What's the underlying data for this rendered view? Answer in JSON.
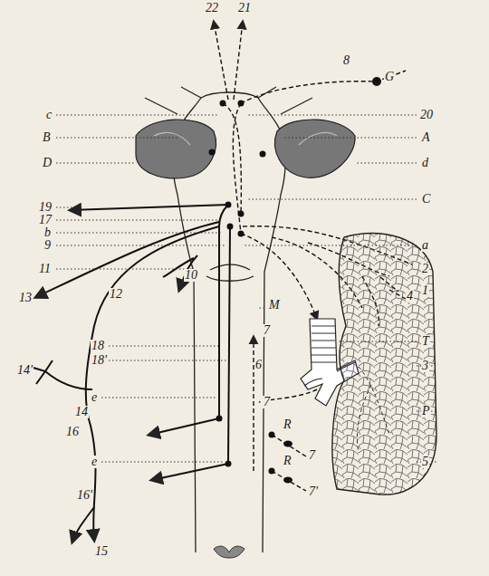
{
  "diagram": {
    "labels": [
      "22",
      "21",
      "8",
      "G",
      "c",
      "20",
      "B",
      "A",
      "D",
      "d",
      "19",
      "C",
      "17",
      "b",
      "9",
      "a",
      "11",
      "10",
      "2",
      "1",
      "4",
      "12",
      "13",
      "M",
      "7",
      "T",
      "18",
      "18'",
      "6",
      "3",
      "14'",
      "e",
      "7",
      "P",
      "16",
      "R",
      "e",
      "5",
      "7",
      "R",
      "16'",
      "7'",
      "14",
      "15"
    ]
  }
}
